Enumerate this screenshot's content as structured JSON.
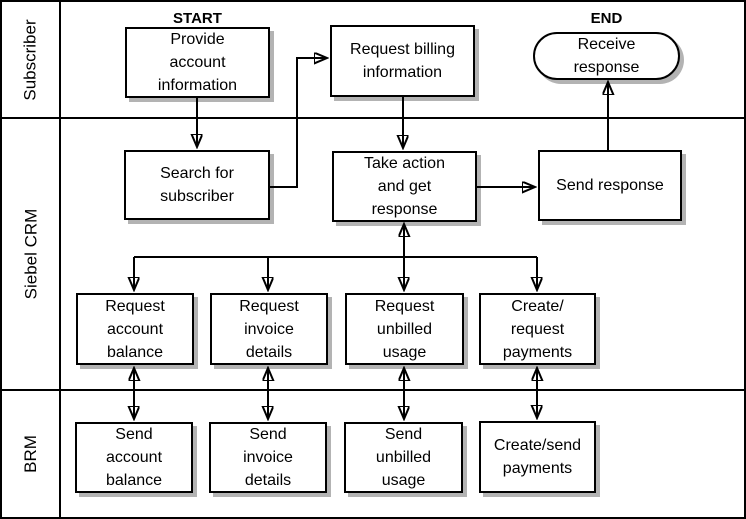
{
  "diagram": {
    "lanes": [
      {
        "label": "Subscriber"
      },
      {
        "label": "Siebel CRM"
      },
      {
        "label": "BRM"
      }
    ],
    "markers": {
      "start_label": "START",
      "end_label": "END"
    },
    "nodes": {
      "provide_account": {
        "label": "Provide\naccount\ninformation",
        "shape": "rect",
        "lane": "Subscriber"
      },
      "request_billing": {
        "label": "Request billing\ninformation",
        "shape": "rect",
        "lane": "Subscriber"
      },
      "receive_response": {
        "label": "Receive\nresponse",
        "shape": "stadium",
        "lane": "Subscriber"
      },
      "search_subscriber": {
        "label": "Search for\nsubscriber",
        "shape": "rect",
        "lane": "Siebel CRM"
      },
      "take_action": {
        "label": "Take action\nand get\nresponse",
        "shape": "rect",
        "lane": "Siebel CRM"
      },
      "send_response": {
        "label": "Send response",
        "shape": "rect",
        "lane": "Siebel CRM"
      },
      "request_account_balance": {
        "label": "Request\naccount\nbalance",
        "shape": "rect",
        "lane": "Siebel CRM"
      },
      "request_invoice_details": {
        "label": "Request\ninvoice\ndetails",
        "shape": "rect",
        "lane": "Siebel CRM"
      },
      "request_unbilled_usage": {
        "label": "Request\nunbilled\nusage",
        "shape": "rect",
        "lane": "Siebel CRM"
      },
      "create_request_payments": {
        "label": "Create/\nrequest\npayments",
        "shape": "rect",
        "lane": "Siebel CRM"
      },
      "send_account_balance": {
        "label": "Send\naccount\nbalance",
        "shape": "rect",
        "lane": "BRM"
      },
      "send_invoice_details": {
        "label": "Send\ninvoice\ndetails",
        "shape": "rect",
        "lane": "BRM"
      },
      "send_unbilled_usage": {
        "label": "Send\nunbilled\nusage",
        "shape": "rect",
        "lane": "BRM"
      },
      "create_send_payments": {
        "label": "Create/send\npayments",
        "shape": "rect",
        "lane": "BRM"
      }
    },
    "colors": {
      "line": "#000000",
      "box_fill": "#ffffff",
      "box_border": "#000000",
      "shadow": "#b3b3b3",
      "background": "#ffffff"
    }
  }
}
